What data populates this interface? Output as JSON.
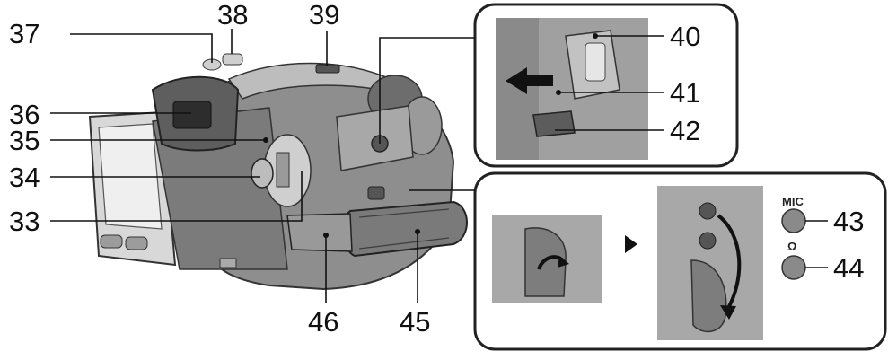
{
  "callouts": {
    "c33": "33",
    "c34": "34",
    "c35": "35",
    "c36": "36",
    "c37": "37",
    "c38": "38",
    "c39": "39",
    "c40": "40",
    "c41": "41",
    "c42": "42",
    "c43": "43",
    "c44": "44",
    "c45": "45",
    "c46": "46"
  },
  "jacks": {
    "mic_label": "MIC",
    "headphone_symbol": "Ω"
  },
  "colors": {
    "body": "#8e8e8e",
    "body_light": "#c4c4c4",
    "body_dark": "#4a4a4a",
    "frame": "#222222",
    "text": "#111111"
  }
}
